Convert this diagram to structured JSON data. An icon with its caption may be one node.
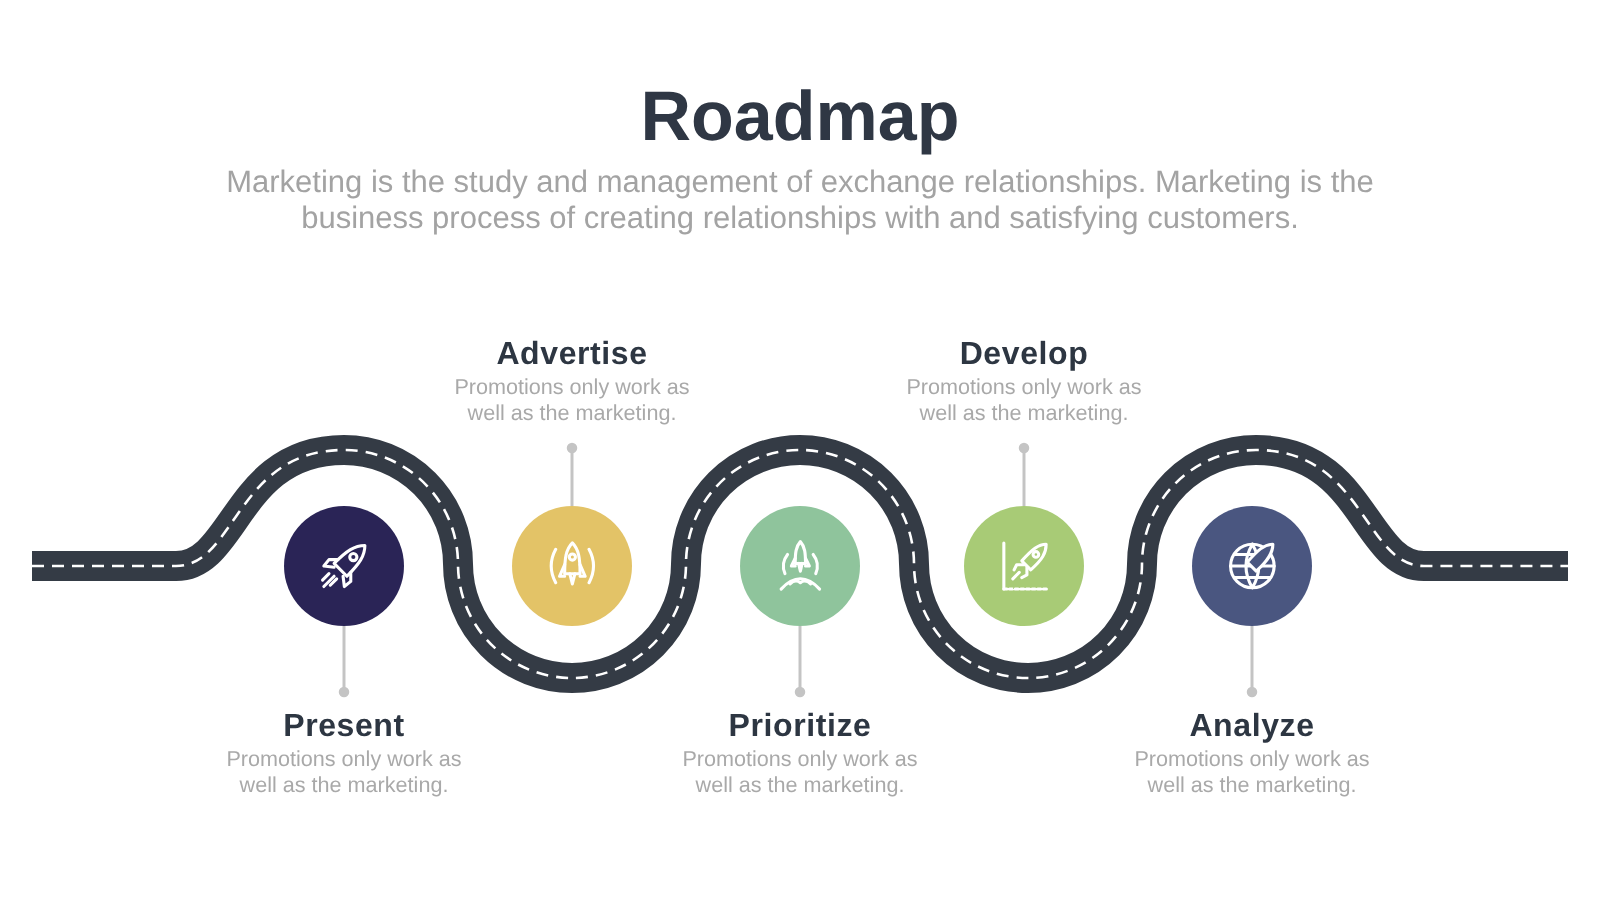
{
  "diagram": {
    "title": "Roadmap",
    "nodes": [
      {
        "text": [],
        "shape": "circle"
      },
      {
        "text": [],
        "shape": "circle"
      },
      {
        "text": [],
        "shape": "circle"
      },
      {
        "text": [],
        "shape": "circle"
      },
      {
        "text": [],
        "shape": "circle"
      },
      {
        "text": [
          "Present",
          "Promotions only work as well as the marketing."
        ]
      },
      {
        "text": [
          "Advertise",
          "Promotions only work as well as the marketing."
        ]
      },
      {
        "text": [
          "Prioritize",
          "Promotions only work as well as the marketing."
        ]
      },
      {
        "text": [
          "Develop",
          "Promotions only work as well as the marketing."
        ]
      },
      {
        "text": [
          "Analyze",
          "Promotions only work as well as the marketing."
        ]
      }
    ],
    "edges": [
      {
        "from": 5,
        "to": 0,
        "arrow": "other"
      },
      {
        "from": 6,
        "to": 1,
        "arrow": "other"
      },
      {
        "from": 7,
        "to": 2,
        "arrow": "other"
      },
      {
        "from": 8,
        "to": 3,
        "arrow": "other"
      },
      {
        "from": 9,
        "to": 4,
        "arrow": "other"
      }
    ],
    "labels": [
      "Marketing is the study and management of exchange relationships. Marketing is the business process of creating relationships with and satisfying customers."
    ]
  }
}
